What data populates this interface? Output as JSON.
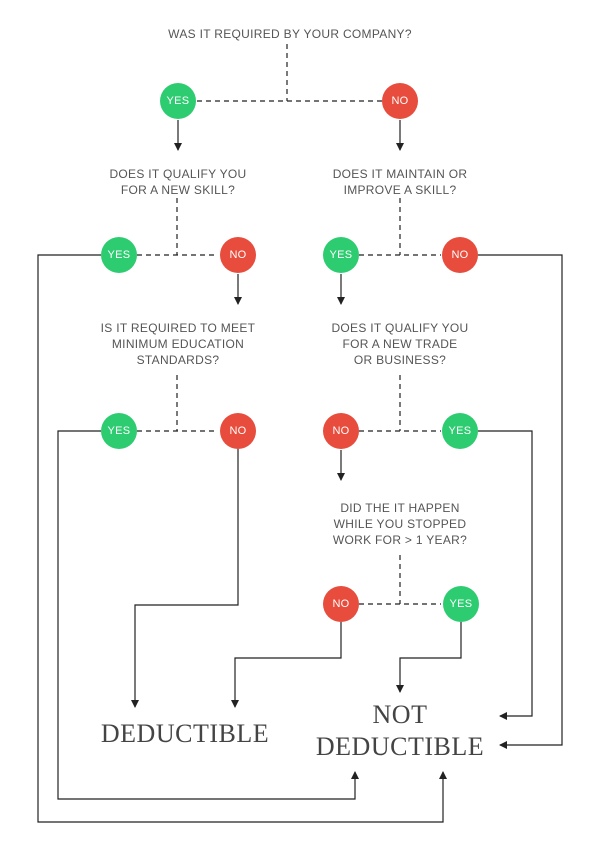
{
  "questions": {
    "q1": "WAS IT REQUIRED BY YOUR COMPANY?",
    "q2": "DOES IT QUALIFY YOU\nFOR A NEW SKILL?",
    "q3": "DOES IT MAINTAIN OR\nIMPROVE A SKILL?",
    "q4": "IS IT REQUIRED TO MEET\nMINIMUM EDUCATION\nSTANDARDS?",
    "q5": "DOES IT QUALIFY YOU\nFOR A NEW TRADE\nOR BUSINESS?",
    "q6": "DID THE IT HAPPEN\nWHILE YOU STOPPED\nWORK FOR > 1 YEAR?"
  },
  "answers": {
    "yes": "YES",
    "no": "NO"
  },
  "results": {
    "deductible": "DEDUCTIBLE",
    "not_deductible": "NOT\nDEDUCTIBLE"
  },
  "colors": {
    "yes": "#2ecc71",
    "no": "#e74c3c",
    "line": "#222222"
  }
}
